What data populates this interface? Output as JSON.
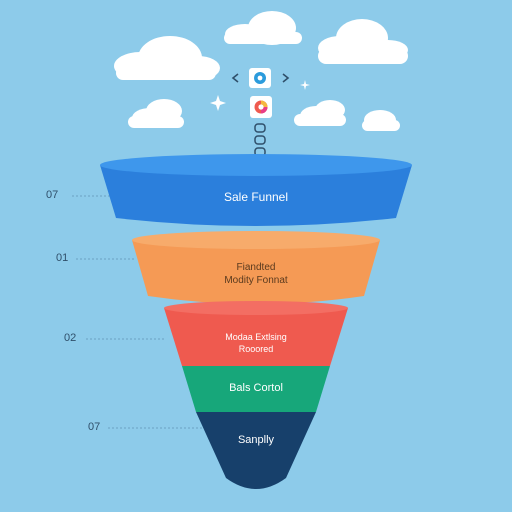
{
  "funnel": {
    "stages": [
      {
        "lines": [
          "Sale Funnel"
        ],
        "color": "#2b7fdc",
        "side_label": "07"
      },
      {
        "lines": [
          "Fiandted",
          "Modity Fonnat"
        ],
        "color": "#f59a55",
        "side_label": "01"
      },
      {
        "lines": [
          "Modaa Extlsing",
          "Rooored"
        ],
        "color": "#ef5a4f",
        "side_label": "02"
      },
      {
        "lines": [
          "Bals Cortol"
        ],
        "color": "#17a77a",
        "side_label": ""
      },
      {
        "lines": [
          "Sanplly"
        ],
        "color": "#17406b",
        "side_label": "07"
      }
    ]
  },
  "icons": {
    "top": "gear-icon",
    "middle": "colorful-gear-icon",
    "bottom": "link-chain-icon"
  },
  "colors": {
    "background": "#8dcbea",
    "cloud": "#ffffff",
    "connector": "#2f4f6a"
  }
}
